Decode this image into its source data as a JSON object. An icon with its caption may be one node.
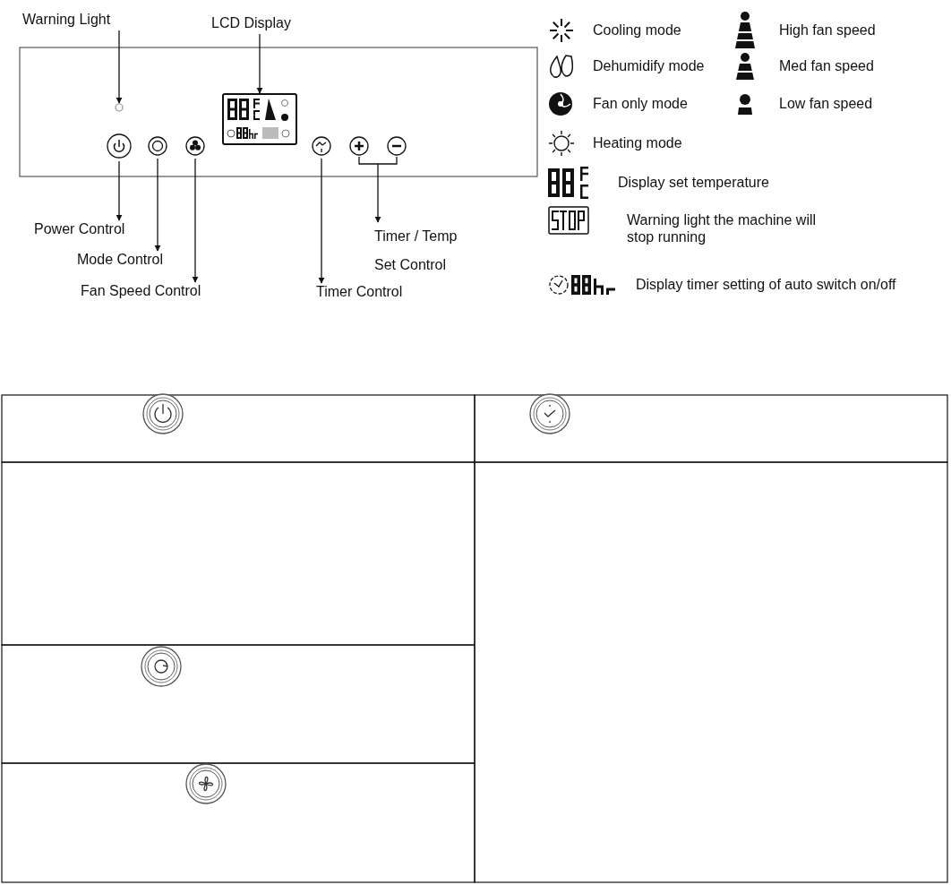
{
  "diagram": {
    "nodes": [
      {
        "text": [
          "Warning Light"
        ]
      },
      {
        "text": [
          "LCD Display"
        ]
      },
      {
        "text": [],
        "shape": "circle"
      },
      {
        "text": [],
        "shape": "box"
      },
      {
        "text": [],
        "shape": "circle"
      },
      {
        "text": [],
        "shape": "circle"
      },
      {
        "text": [],
        "shape": "circle"
      },
      {
        "text": [],
        "shape": "circle"
      },
      {
        "text": [],
        "shape": "circle"
      },
      {
        "text": [],
        "shape": "circle"
      },
      {
        "text": [
          "Power Control"
        ]
      },
      {
        "text": [
          "Mode Control"
        ]
      },
      {
        "text": [
          "Fan Speed Control"
        ]
      },
      {
        "text": [
          "Timer Control"
        ]
      },
      {
        "text": [
          "Timer / Temp Set Control"
        ]
      }
    ],
    "edges": [
      {
        "from": 0,
        "to": 2,
        "arrow": "to"
      },
      {
        "from": 1,
        "to": 3,
        "arrow": "to"
      },
      {
        "from": 4,
        "to": 10,
        "arrow": "to"
      },
      {
        "from": 5,
        "to": 11,
        "arrow": "to"
      },
      {
        "from": 6,
        "to": 12,
        "arrow": "to"
      },
      {
        "from": 7,
        "to": 13,
        "arrow": "to"
      },
      {
        "from": 8,
        "to": 14,
        "arrow": "to"
      },
      {
        "from": 9,
        "to": 14,
        "arrow": "to"
      }
    ],
    "legend": [
      {
        "text": "Cooling mode"
      },
      {
        "text": "High fan speed"
      },
      {
        "text": "Dehumidify mode"
      },
      {
        "text": "Med fan speed"
      },
      {
        "text": "Fan only mode"
      },
      {
        "text": "Low fan speed"
      },
      {
        "text": "Heating mode"
      },
      {
        "text": "Display set temperature"
      },
      {
        "text": "Warning light the machine will stop running"
      },
      {
        "text": "Display timer setting of auto switch on/off"
      }
    ]
  }
}
